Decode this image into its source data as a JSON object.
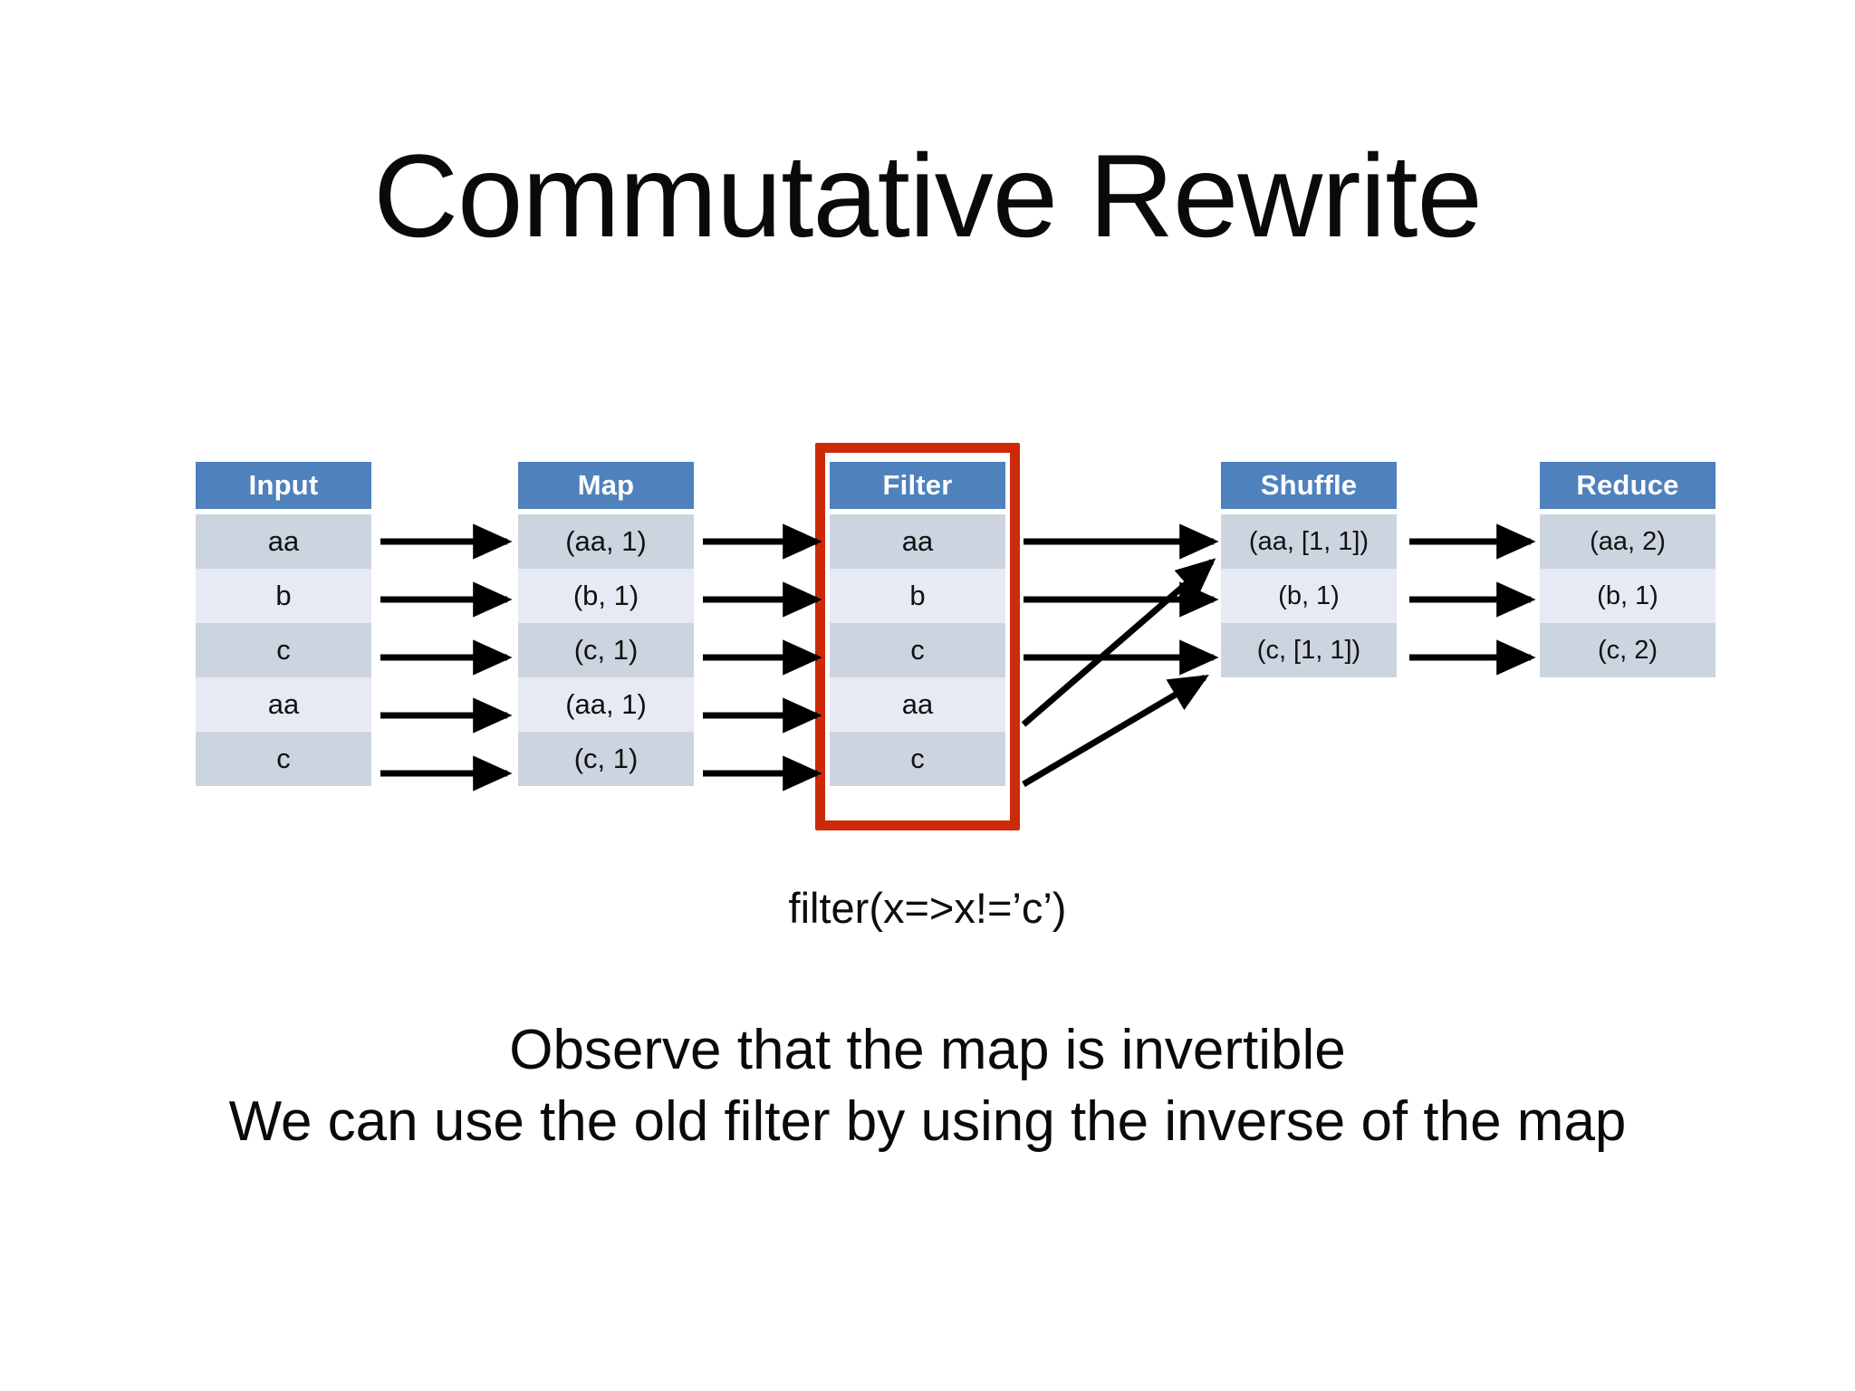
{
  "slide": {
    "title": "Commutative Rewrite",
    "background": "#ffffff"
  },
  "colors": {
    "header_blue": "#4f81bd",
    "row_dark": "#ccd4e0",
    "row_light": "#e7eaf2",
    "highlight_red": "#cc2a09",
    "arrow_black": "#000000",
    "text_black": "#0a0a0a"
  },
  "diagram": {
    "columns": [
      {
        "id": "input",
        "header": "Input",
        "cells": [
          "aa",
          "b",
          "c",
          "aa",
          "c"
        ]
      },
      {
        "id": "map",
        "header": "Map",
        "cells": [
          "(aa, 1)",
          "(b, 1)",
          "(c, 1)",
          "(aa, 1)",
          "(c, 1)"
        ]
      },
      {
        "id": "filter",
        "header": "Filter",
        "highlighted": true,
        "cells": [
          "aa",
          "b",
          "c",
          "aa",
          "c"
        ]
      },
      {
        "id": "shuffle",
        "header": "Shuffle",
        "cells": [
          "(aa, [1, 1])",
          "(b, 1)",
          "(c, [1, 1])"
        ]
      },
      {
        "id": "reduce",
        "header": "Reduce",
        "cells": [
          "(aa, 2)",
          "(b, 1)",
          "(c, 2)"
        ]
      }
    ],
    "edges": [
      {
        "from": "input.0",
        "to": "map.0"
      },
      {
        "from": "input.1",
        "to": "map.1"
      },
      {
        "from": "input.2",
        "to": "map.2"
      },
      {
        "from": "input.3",
        "to": "map.3"
      },
      {
        "from": "input.4",
        "to": "map.4"
      },
      {
        "from": "map.0",
        "to": "filter.0"
      },
      {
        "from": "map.1",
        "to": "filter.1"
      },
      {
        "from": "map.2",
        "to": "filter.2"
      },
      {
        "from": "map.3",
        "to": "filter.3"
      },
      {
        "from": "map.4",
        "to": "filter.4"
      },
      {
        "from": "filter.0",
        "to": "shuffle.0"
      },
      {
        "from": "filter.1",
        "to": "shuffle.1"
      },
      {
        "from": "filter.2",
        "to": "shuffle.2"
      },
      {
        "from": "filter.3",
        "to": "shuffle.0"
      },
      {
        "from": "filter.4",
        "to": "shuffle.2"
      },
      {
        "from": "shuffle.0",
        "to": "reduce.0"
      },
      {
        "from": "shuffle.1",
        "to": "reduce.1"
      },
      {
        "from": "shuffle.2",
        "to": "reduce.2"
      }
    ]
  },
  "filter_caption": "filter(x=>x!=’c’)",
  "bottom_text": {
    "line1": "Observe that the map is invertible",
    "line2": "We can use the old filter by using the inverse of the map"
  }
}
